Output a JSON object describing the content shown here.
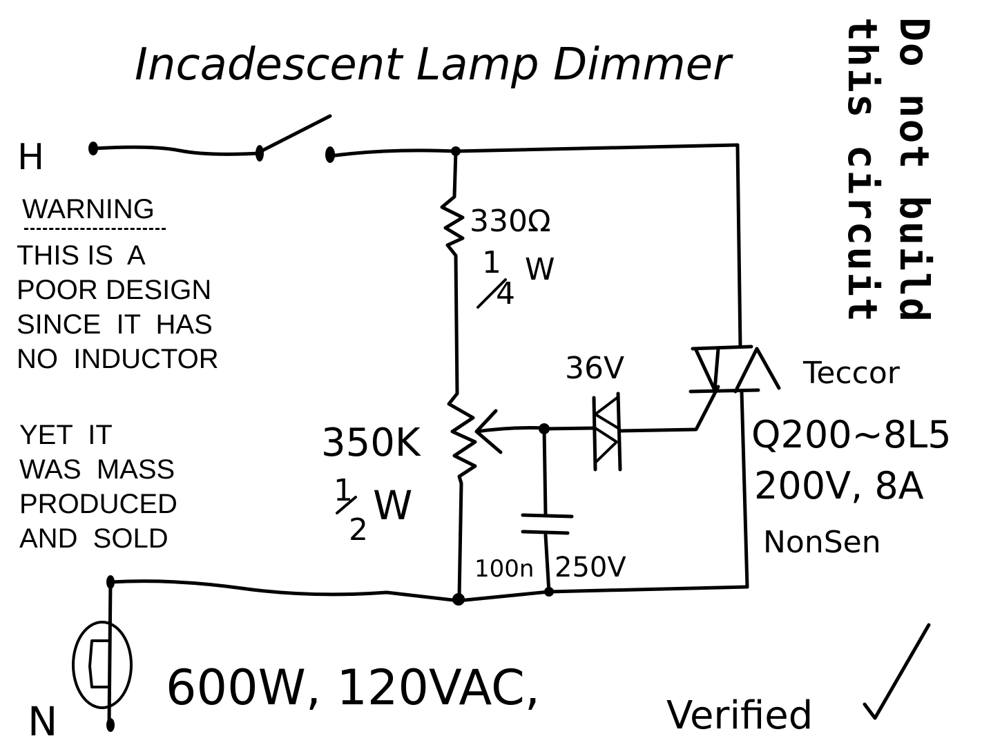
{
  "title": "Incadescent Lamp Dimmer",
  "side_note": {
    "line1": "Do not build",
    "line2": "this circuit"
  },
  "terminals": {
    "hot": "H",
    "neutral": "N"
  },
  "warning": {
    "heading": "WARNING",
    "body": "THIS IS  A\nPOOR DESIGN\nSINCE  IT  HAS\nNO  INDUCTOR",
    "footer": "YET  IT\nWAS  MASS\nPRODUCED\nAND  SOLD"
  },
  "components": {
    "resistor": {
      "value": "330Ω",
      "power_num": "1",
      "power_den": "4",
      "power_unit": "W"
    },
    "potentiometer": {
      "value": "350K",
      "power_num": "1",
      "power_den": "2",
      "power_unit": "W"
    },
    "capacitor": {
      "value": "100n",
      "voltage": "250V"
    },
    "diac": {
      "value": "36V"
    },
    "triac": {
      "maker": "Teccor",
      "part": "Q200~8L5",
      "rating": "200V, 8A",
      "sensitivity": "NonSen"
    },
    "lamp": {
      "rating": "600W, 120VAC,"
    }
  },
  "verified": {
    "label": "Verified",
    "mark": "✓"
  },
  "colors": {
    "ink": "#000000",
    "paper": "#ffffff"
  }
}
